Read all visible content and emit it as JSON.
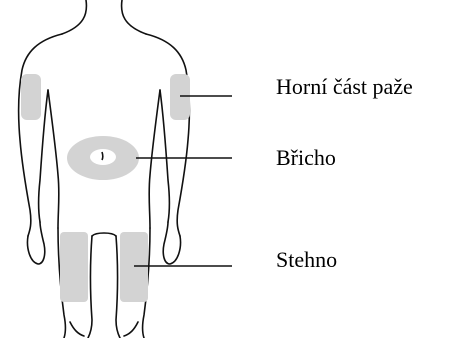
{
  "colors": {
    "outline": "#111111",
    "site_fill": "#d3d3d3",
    "background": "#ffffff"
  },
  "labels": {
    "upper_arm": "Horní část paže",
    "abdomen": "Břicho",
    "thigh": "Stehno"
  }
}
